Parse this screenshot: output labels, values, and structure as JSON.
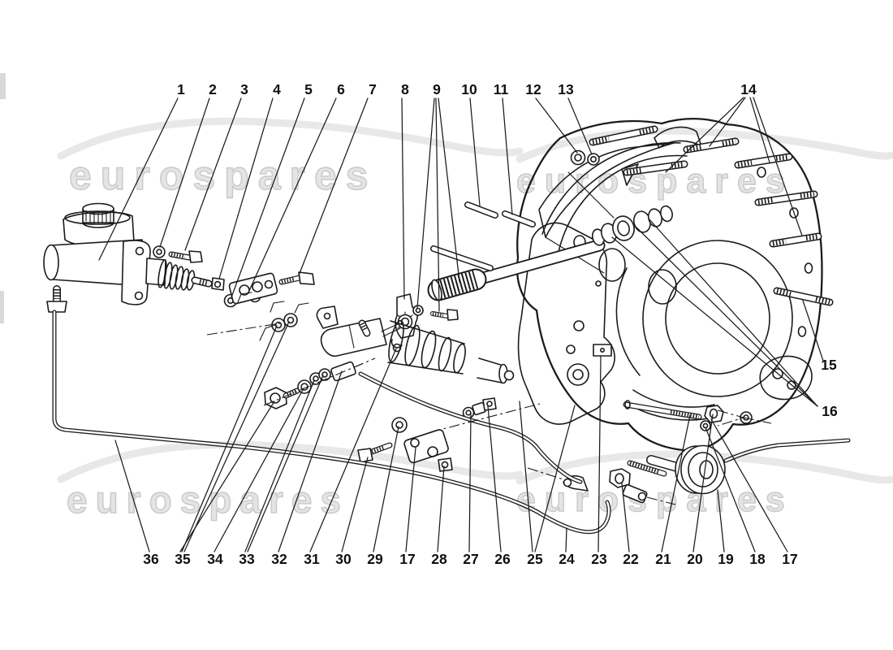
{
  "page": {
    "background": "#ffffff",
    "description": "Exploded parts diagram of clutch operating levers: master cylinder, slave cylinder, clutch bell housing, hydraulic pipes and fasteners",
    "line_color": "#1b1b1b"
  },
  "watermark": {
    "text": "eurospares",
    "fill": "#e4e4e4",
    "outline": "#c9c9c9"
  },
  "callouts": {
    "top": [
      "1",
      "2",
      "3",
      "4",
      "5",
      "6",
      "7",
      "8",
      "9",
      "10",
      "11",
      "12",
      "13",
      "14"
    ],
    "right": [
      "15",
      "16"
    ],
    "bottom": [
      "36",
      "35",
      "34",
      "33",
      "32",
      "31",
      "30",
      "29",
      "17",
      "28",
      "27",
      "26",
      "25",
      "24",
      "23",
      "22",
      "21",
      "20",
      "19",
      "18",
      "17"
    ]
  }
}
